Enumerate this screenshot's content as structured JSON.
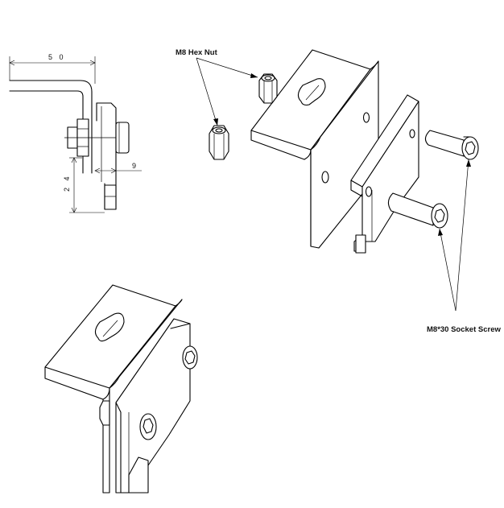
{
  "labels": {
    "hex_nut": "M8 Hex Nut",
    "socket_screw": "M8*30 Socket Screw"
  },
  "dimensions": {
    "width": "5 0",
    "height": "2 4",
    "offset": "9"
  },
  "colors": {
    "line": "#000000",
    "background": "#ffffff"
  }
}
